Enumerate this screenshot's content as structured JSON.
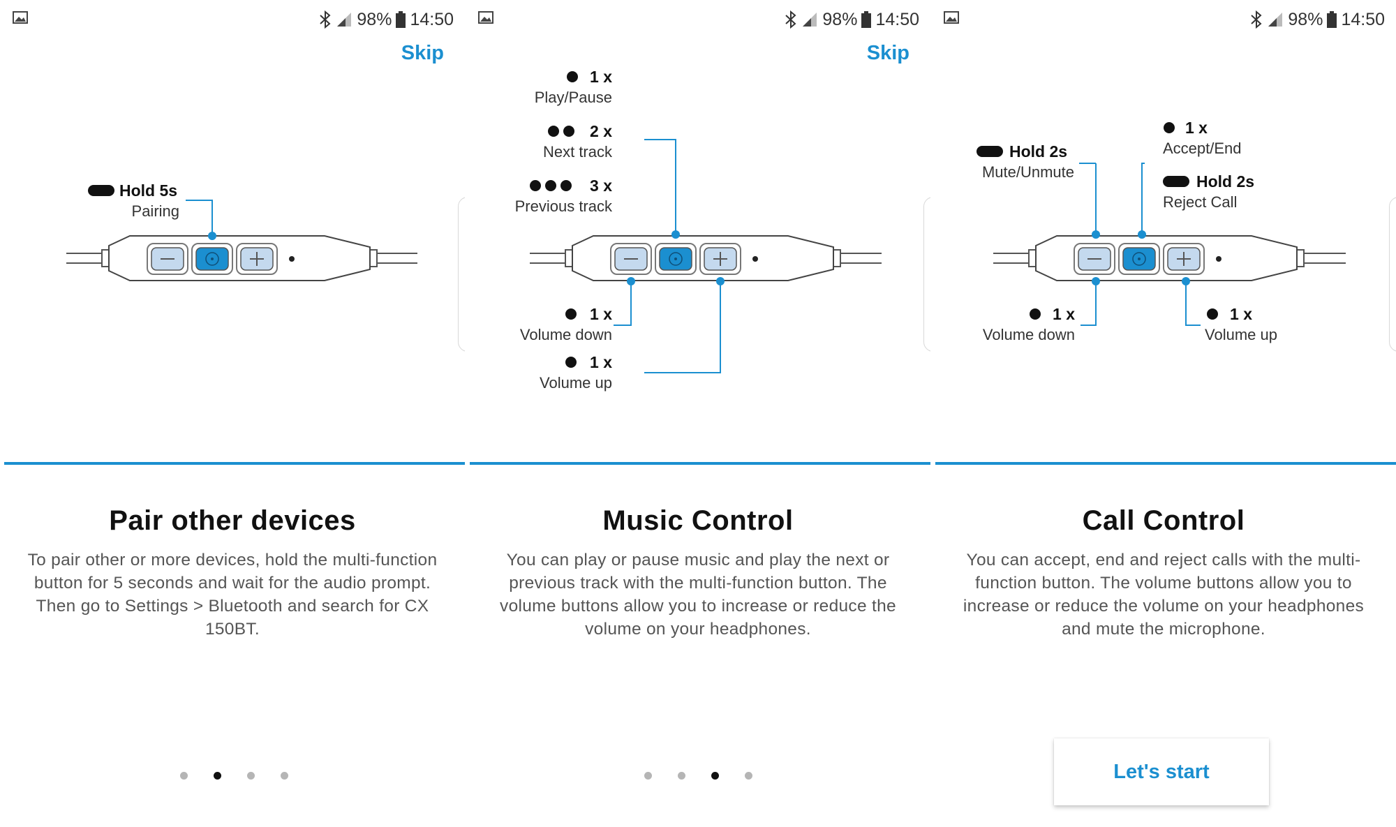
{
  "status_bar": {
    "battery": "98%",
    "time": "14:50"
  },
  "colors": {
    "accent": "#1b8fd0",
    "button_fill": "#c4d9ee",
    "button_center": "#1b8fd0"
  },
  "screens": [
    {
      "skip_label": "Skip",
      "callouts": {
        "hold_label": "Hold 5s",
        "hold_action": "Pairing"
      },
      "title": "Pair other devices",
      "description": "To pair other or more devices, hold the multi-function button for 5 seconds and wait for the audio prompt. Then go to Settings > Bluetooth and search for CX 150BT.",
      "page_index": 1,
      "page_count": 4
    },
    {
      "skip_label": "Skip",
      "callouts": {
        "play_count": "1 x",
        "play_action": "Play/Pause",
        "next_count": "2 x",
        "next_action": "Next track",
        "prev_count": "3 x",
        "prev_action": "Previous track",
        "voldown_count": "1 x",
        "voldown_action": "Volume down",
        "volup_count": "1 x",
        "volup_action": "Volume up"
      },
      "title": "Music Control",
      "description": "You can play or pause music and play the next or previous track with the multi-function button. The volume buttons allow you to increase or reduce the volume on your headphones.",
      "page_index": 2,
      "page_count": 4
    },
    {
      "callouts": {
        "mute_label": "Hold 2s",
        "mute_action": "Mute/Unmute",
        "accept_count": "1 x",
        "accept_action": "Accept/End",
        "reject_label": "Hold 2s",
        "reject_action": "Reject Call",
        "voldown_count": "1 x",
        "voldown_action": "Volume down",
        "volup_count": "1 x",
        "volup_action": "Volume up"
      },
      "title": "Call Control",
      "description": "You can accept, end and reject calls with the multi-function button. The volume buttons allow you to increase or reduce the volume on your headphones and mute the microphone.",
      "start_label": "Let's start"
    }
  ]
}
